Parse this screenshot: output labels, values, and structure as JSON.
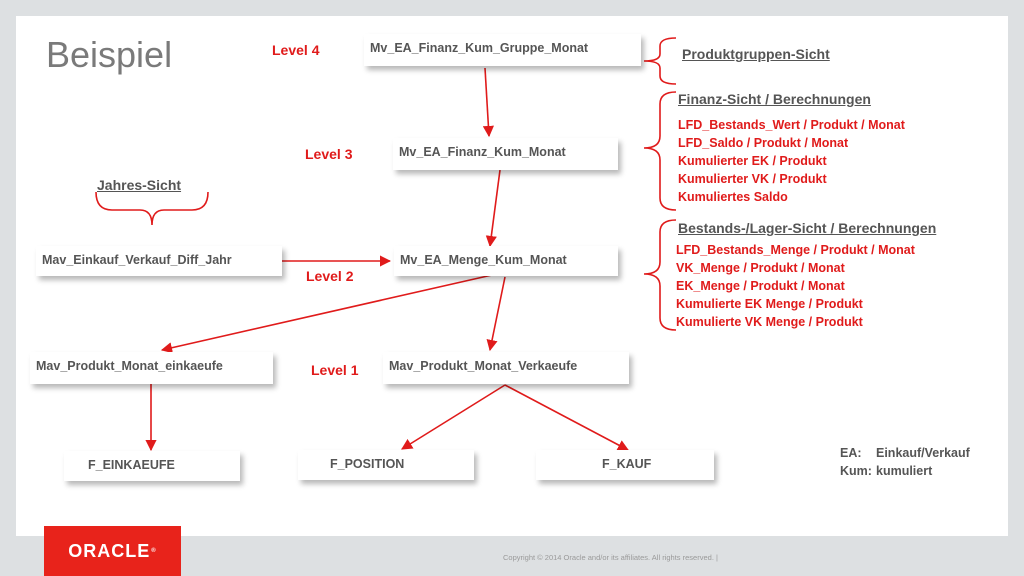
{
  "title": "Beispiel",
  "levels": {
    "l4": "Level  4",
    "l3": "Level  3",
    "l2": "Level  2",
    "l1": "Level 1"
  },
  "boxes": {
    "gruppe": "Mv_EA_Finanz_Kum_Gruppe_Monat",
    "finanz": "Mv_EA_Finanz_Kum_Monat",
    "menge": "Mv_EA_Menge_Kum_Monat",
    "diff_jahr": "Mav_Einkauf_Verkauf_Diff_Jahr",
    "einkaeufe": "Mav_Produkt_Monat_einkaeufe",
    "verkaeufe": "Mav_Produkt_Monat_Verkaeufe",
    "f_einkaeufe": "F_EINKAEUFE",
    "f_position": "F_POSITION",
    "f_kauf": "F_KAUF"
  },
  "sections": {
    "jahres": "Jahres-Sicht",
    "produktgruppen": "Produktgruppen-Sicht",
    "finanz": {
      "title": "Finanz-Sicht / Berechnungen",
      "items": [
        "LFD_Bestands_Wert / Produkt / Monat",
        "LFD_Saldo / Produkt / Monat",
        "Kumulierter EK / Produkt",
        "Kumulierter VK / Produkt",
        "Kumuliertes Saldo"
      ]
    },
    "bestand": {
      "title": "Bestands-/Lager-Sicht  / Berechnungen",
      "items": [
        "LFD_Bestands_Menge / Produkt / Monat",
        "VK_Menge / Produkt / Monat",
        "EK_Menge / Produkt / Monat",
        "Kumulierte EK Menge / Produkt",
        "Kumulierte VK Menge / Produkt"
      ]
    }
  },
  "legend": {
    "ea_key": "EA:",
    "ea_value": "Einkauf/Verkauf",
    "kum_key": "Kum:",
    "kum_value": "kumuliert"
  },
  "footer": {
    "logo": "ORACLE",
    "copyright": "Copyright © 2014 Oracle and/or its affiliates. All rights reserved.  |"
  },
  "colors": {
    "accent_red": "#e01b1b",
    "box_text": "#555555"
  }
}
